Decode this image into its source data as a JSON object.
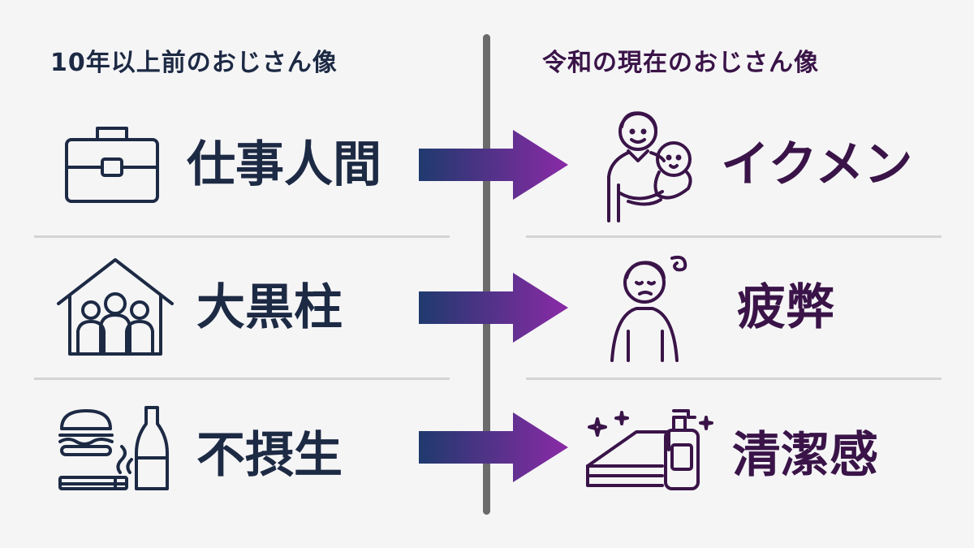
{
  "headings": {
    "left": "10年以上前のおじさん像",
    "right": "令和の現在のおじさん像"
  },
  "rows": [
    {
      "left_icon": "briefcase-icon",
      "left_label": "仕事人間",
      "right_icon": "father-holding-baby-icon",
      "right_label": "イクメン"
    },
    {
      "left_icon": "house-with-family-icon",
      "left_label": "大黒柱",
      "right_icon": "tired-man-icon",
      "right_label": "疲弊"
    },
    {
      "left_icon": "burger-cigarette-sake-icon",
      "left_label": "不摂生",
      "right_icon": "towel-soap-bottle-icon",
      "right_label": "清潔感"
    }
  ],
  "colors": {
    "left_text": "#1d2a44",
    "right_text": "#3a1448",
    "arrow_start": "#1f3a6e",
    "arrow_end": "#8a2aa6",
    "divider": "#6b6b6b"
  }
}
